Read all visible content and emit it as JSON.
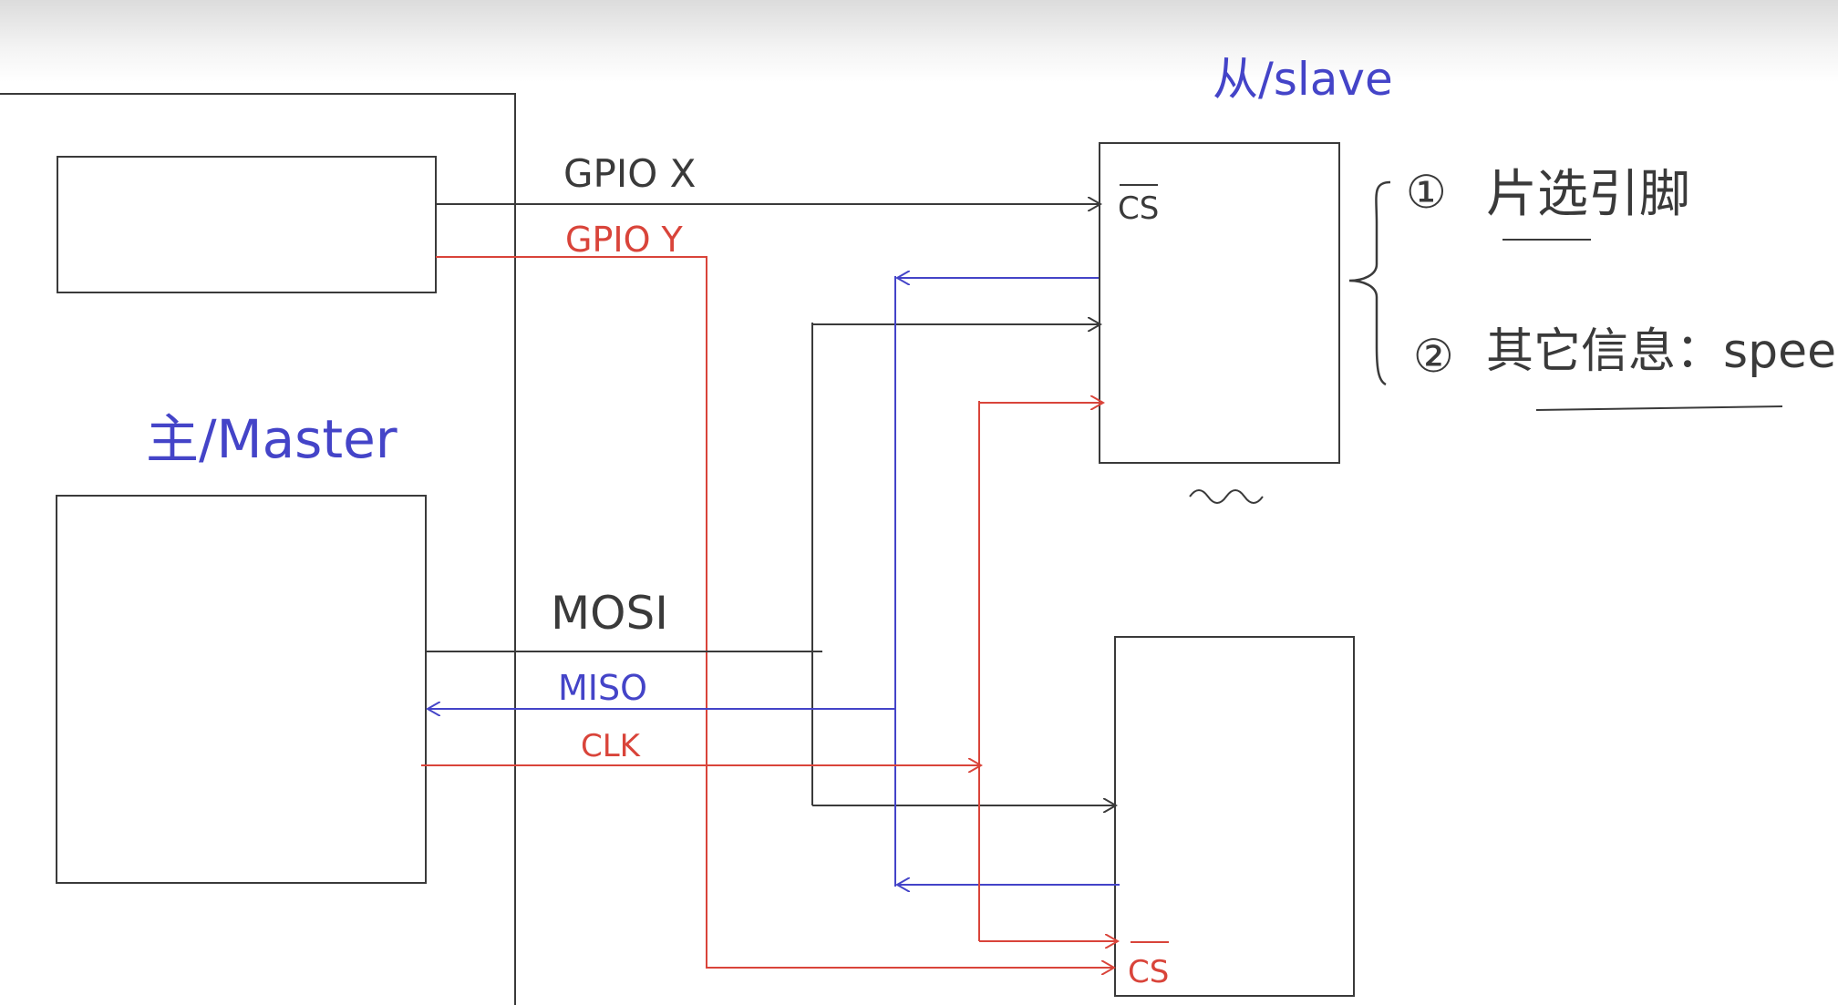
{
  "labels": {
    "master": "主/Master",
    "slave": "从/slave",
    "gpio_x": "GPIO X",
    "gpio_y": "GPIO Y",
    "mosi": "MOSI",
    "miso": "MISO",
    "clk": "CLK",
    "cs_top": "CS",
    "cs_bottom": "CS"
  },
  "notes": {
    "item1_marker": "①",
    "item1_text": "片选引脚",
    "item2_marker": "②",
    "item2_text": "其它信息：speed"
  },
  "colors": {
    "black": "#3a3a3a",
    "red": "#d9443a",
    "blue": "#4444c8",
    "background": "#ffffff"
  }
}
